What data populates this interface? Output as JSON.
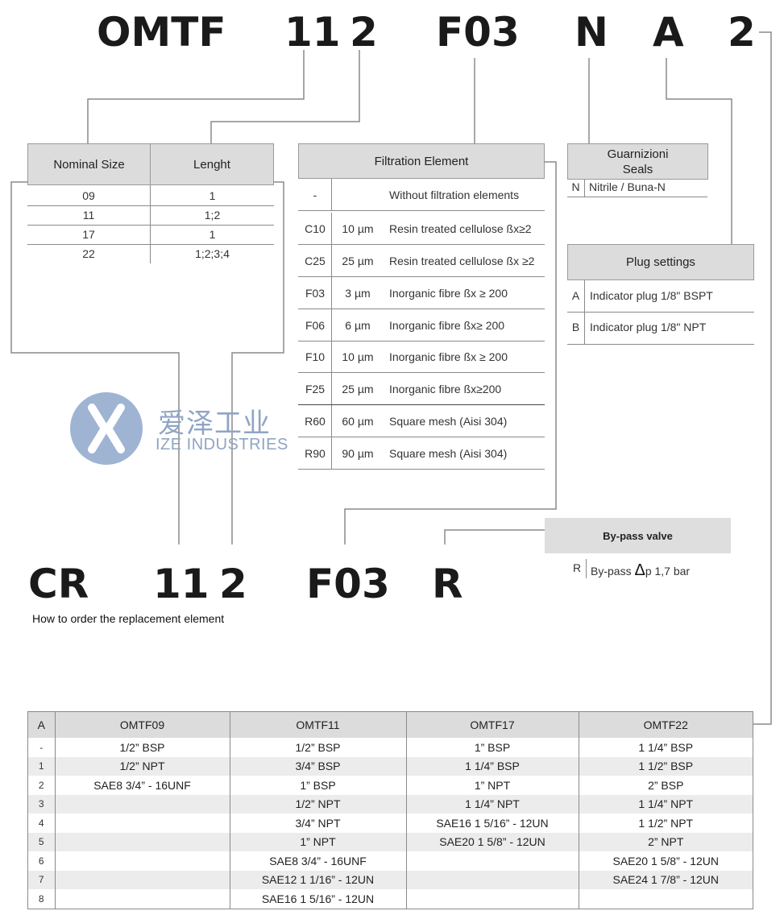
{
  "top_code": {
    "prefix": "OMTF",
    "size": "11",
    "length": "2",
    "element": "F03",
    "seal": "N",
    "plug": "A",
    "connection": "2"
  },
  "nominal": {
    "headers": [
      "Nominal Size",
      "Lenght"
    ],
    "rows": [
      [
        "09",
        "1"
      ],
      [
        "11",
        "1;2"
      ],
      [
        "17",
        "1"
      ],
      [
        "22",
        "1;2;3;4"
      ]
    ]
  },
  "filtration": {
    "header": "Filtration Element",
    "rows": [
      {
        "code": "-",
        "um": "",
        "desc": "Without filtration elements"
      },
      {
        "code": "C10",
        "um": "10 µm",
        "desc": "Resin treated cellulose ßx≥2"
      },
      {
        "code": "C25",
        "um": "25 µm",
        "desc": "Resin treated cellulose ßx ≥2"
      },
      {
        "code": "F03",
        "um": "3 µm",
        "desc": "Inorganic fibre ßx ≥ 200"
      },
      {
        "code": "F06",
        "um": "6 µm",
        "desc": "Inorganic fibre ßx≥ 200"
      },
      {
        "code": "F10",
        "um": "10 µm",
        "desc": "Inorganic fibre ßx ≥ 200"
      },
      {
        "code": "F25",
        "um": "25 µm",
        "desc": "Inorganic fibre ßx≥200"
      },
      {
        "code": "R60",
        "um": "60 µm",
        "desc": "Square mesh (Aisi 304)"
      },
      {
        "code": "R90",
        "um": "90 µm",
        "desc": "Square mesh (Aisi 304)"
      }
    ]
  },
  "seals": {
    "header_line1": "Guarnizioni",
    "header_line2": "Seals",
    "code": "N",
    "desc": "Nitrile / Buna-N"
  },
  "plug": {
    "header": "Plug settings",
    "rows": [
      {
        "code": "A",
        "desc": "Indicator plug 1/8\" BSPT"
      },
      {
        "code": "B",
        "desc": "Indicator plug 1/8\" NPT"
      }
    ]
  },
  "bypass": {
    "header": "By-pass valve",
    "code": "R",
    "desc_pre": "By-pass ",
    "delta": "Δ",
    "desc_post": "p 1,7 bar"
  },
  "logo": {
    "cn": "爱泽工业",
    "en": "IZE INDUSTRIES"
  },
  "bottom_code": {
    "prefix": "CR",
    "size": "11",
    "length": "2",
    "element": "F03",
    "bypass": "R"
  },
  "subtitle": "How to order the replacement element",
  "connections": {
    "headers": [
      "A",
      "OMTF09",
      "OMTF11",
      "OMTF17",
      "OMTF22"
    ],
    "rows": [
      [
        "-",
        "1/2” BSP",
        "1/2” BSP",
        "1” BSP",
        "1 1/4” BSP"
      ],
      [
        "1",
        "1/2” NPT",
        "3/4” BSP",
        "1 1/4” BSP",
        "1 1/2” BSP"
      ],
      [
        "2",
        "SAE8 3/4” - 16UNF",
        "1” BSP",
        "1” NPT",
        "2” BSP"
      ],
      [
        "3",
        "",
        "1/2” NPT",
        "1 1/4” NPT",
        "1 1/4” NPT"
      ],
      [
        "4",
        "",
        "3/4” NPT",
        "SAE16 1 5/16” - 12UN",
        "1 1/2” NPT"
      ],
      [
        "5",
        "",
        "1” NPT",
        "SAE20 1 5/8” - 12UN",
        "2” NPT"
      ],
      [
        "6",
        "",
        "SAE8 3/4” - 16UNF",
        "",
        "SAE20 1 5/8” - 12UN"
      ],
      [
        "7",
        "",
        "SAE12 1 1/16” - 12UN",
        "",
        "SAE24 1 7/8” - 12UN"
      ],
      [
        "8",
        "",
        "SAE16 1 5/16” - 12UN",
        "",
        ""
      ]
    ]
  }
}
